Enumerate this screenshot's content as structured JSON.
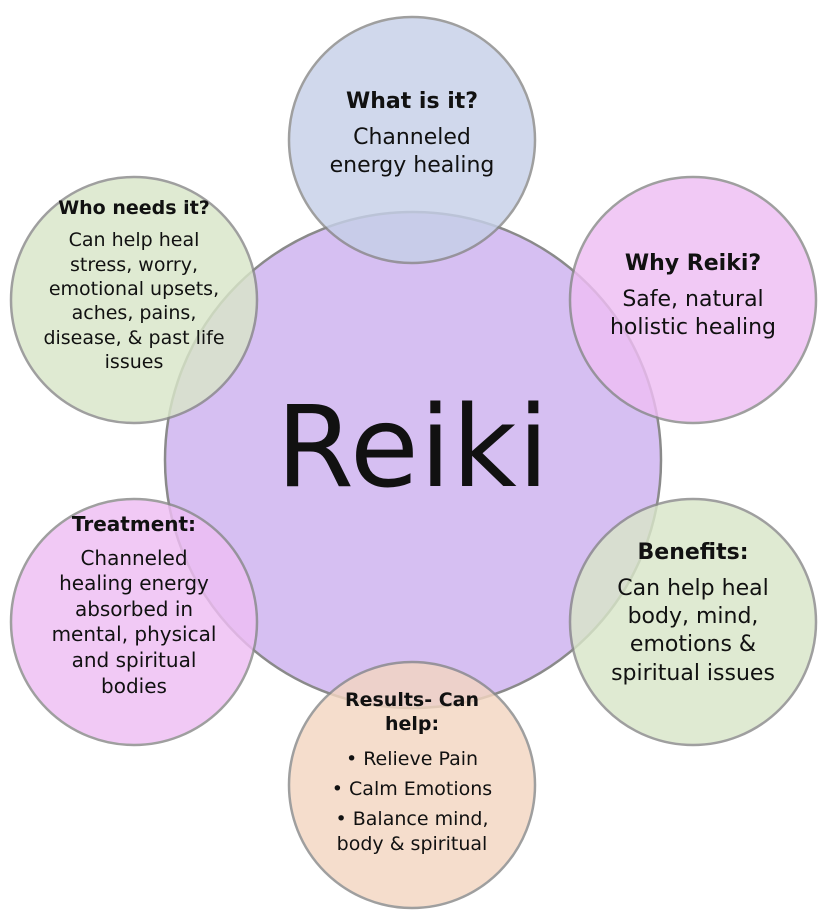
{
  "diagram": {
    "center": {
      "title": "Reiki",
      "fill": "#d6bff2"
    },
    "nodes": [
      {
        "id": "what",
        "fill": "#c6d0e8",
        "title": "What is it?",
        "body": "Channeled energy healing"
      },
      {
        "id": "why",
        "fill": "#eebef4",
        "title": "Why Reiki?",
        "body": "Safe, natural holistic healing"
      },
      {
        "id": "benefits",
        "fill": "#d9e6c9",
        "title": "Benefits:",
        "body": "Can help heal body, mind, emotions & spiritual issues"
      },
      {
        "id": "results",
        "fill": "#f3d6c2",
        "title": "Results- Can help:",
        "items": [
          "Relieve Pain",
          "Calm Emotions",
          "Balance mind, body & spiritual"
        ]
      },
      {
        "id": "treatment",
        "fill": "#eebef4",
        "title": "Treatment:",
        "body": "Channeled healing energy absorbed in mental, physical and spiritual bodies"
      },
      {
        "id": "who",
        "fill": "#d9e6c9",
        "title": "Who needs it?",
        "body": "Can help heal stress, worry, emotional upsets, aches, pains, disease, & past life issues"
      }
    ],
    "stroke_color": "#8a8a8a"
  }
}
